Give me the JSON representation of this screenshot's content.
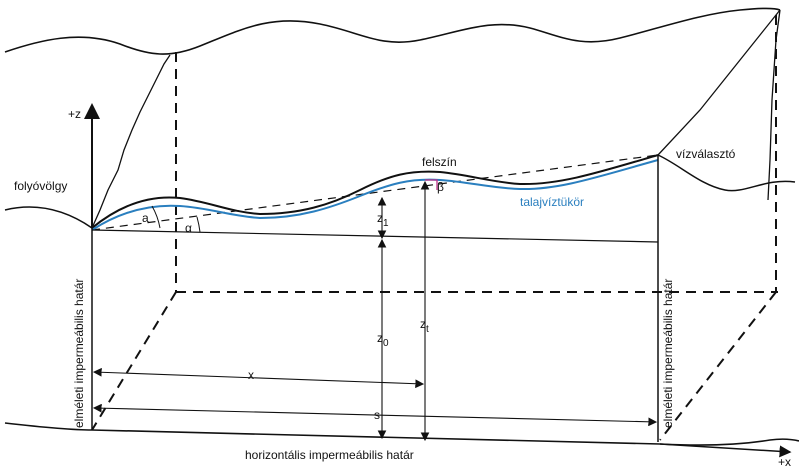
{
  "labels": {
    "z_axis": "+z",
    "x_axis": "+x",
    "folyovolgy": "folyóvölgy",
    "felszin": "felszín",
    "vizvalaszto": "vízválasztó",
    "talajviztukor": "talajvíztükör",
    "left_boundary": "elméleti impermeábilis határ",
    "right_boundary": "elméleti impermeábilis határ",
    "bottom_boundary": "horizontális impermeábilis határ",
    "alpha": "α",
    "beta": "β",
    "a": "a",
    "z1": "z",
    "z1_sub": "1",
    "z0": "z",
    "z0_sub": "0",
    "zt": "z",
    "zt_sub": "t",
    "x_dim": "x",
    "s_dim": "s"
  },
  "colors": {
    "line": "#111111",
    "water_table": "#2a7fbf",
    "marker": "#c0308a"
  }
}
